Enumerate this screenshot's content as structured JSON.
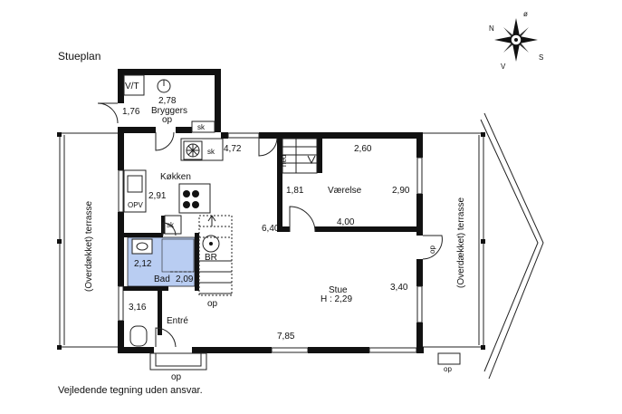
{
  "title": "Stueplan",
  "disclaimer": "Vejledende tegning uden ansvar.",
  "compass": {
    "n": "N",
    "o": "ø",
    "s": "S",
    "v": "V"
  },
  "colors": {
    "wall": "#111111",
    "bathroom": "#b9cdf2",
    "line": "#222222"
  },
  "rooms": {
    "bryggers": "Bryggers",
    "kokken": "Køkken",
    "vaerelse": "Værelse",
    "bad": "Bad",
    "stue": "Stue",
    "stue_height": "H : 2,29",
    "entre": "Entré"
  },
  "terraces": {
    "left": "(Overdækket) terrasse",
    "right": "(Overdækket) terrasse"
  },
  "dimensions": {
    "d278": "2,78",
    "d176": "1,76",
    "d472": "4,72",
    "d260": "2,60",
    "d291": "2,91",
    "d181": "1,81",
    "d290": "2,90",
    "d640": "6,40",
    "d400": "4,00",
    "d212": "2,12",
    "d209": "2,09",
    "d340": "3,40",
    "d316": "3,16",
    "d785": "7,85"
  },
  "fixtures": {
    "vt": "V/T",
    "sk1": "sk",
    "sk2": "sk",
    "sk3": "sk",
    "opv": "OPV",
    "br": "BR",
    "ned": "ned",
    "op_bryggers": "op",
    "op_stair": "op",
    "op_entry": "op",
    "op_right": "op",
    "op_bottom_right": "op"
  }
}
